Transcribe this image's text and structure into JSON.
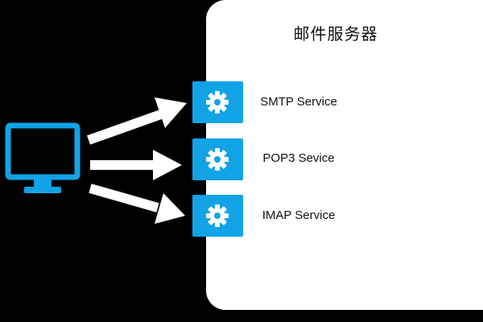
{
  "server": {
    "title": "邮件服务器"
  },
  "client": {
    "icon": "monitor-icon",
    "color": "#11a3e6"
  },
  "services": [
    {
      "label": "SMTP Service",
      "icon": "gear-icon"
    },
    {
      "label": "POP3 Sevice",
      "icon": "gear-icon"
    },
    {
      "label": "IMAP Service",
      "icon": "gear-icon"
    }
  ],
  "colors": {
    "background": "#000000",
    "panel": "#ffffff",
    "accent": "#11a3e6",
    "arrow": "#ffffff"
  }
}
